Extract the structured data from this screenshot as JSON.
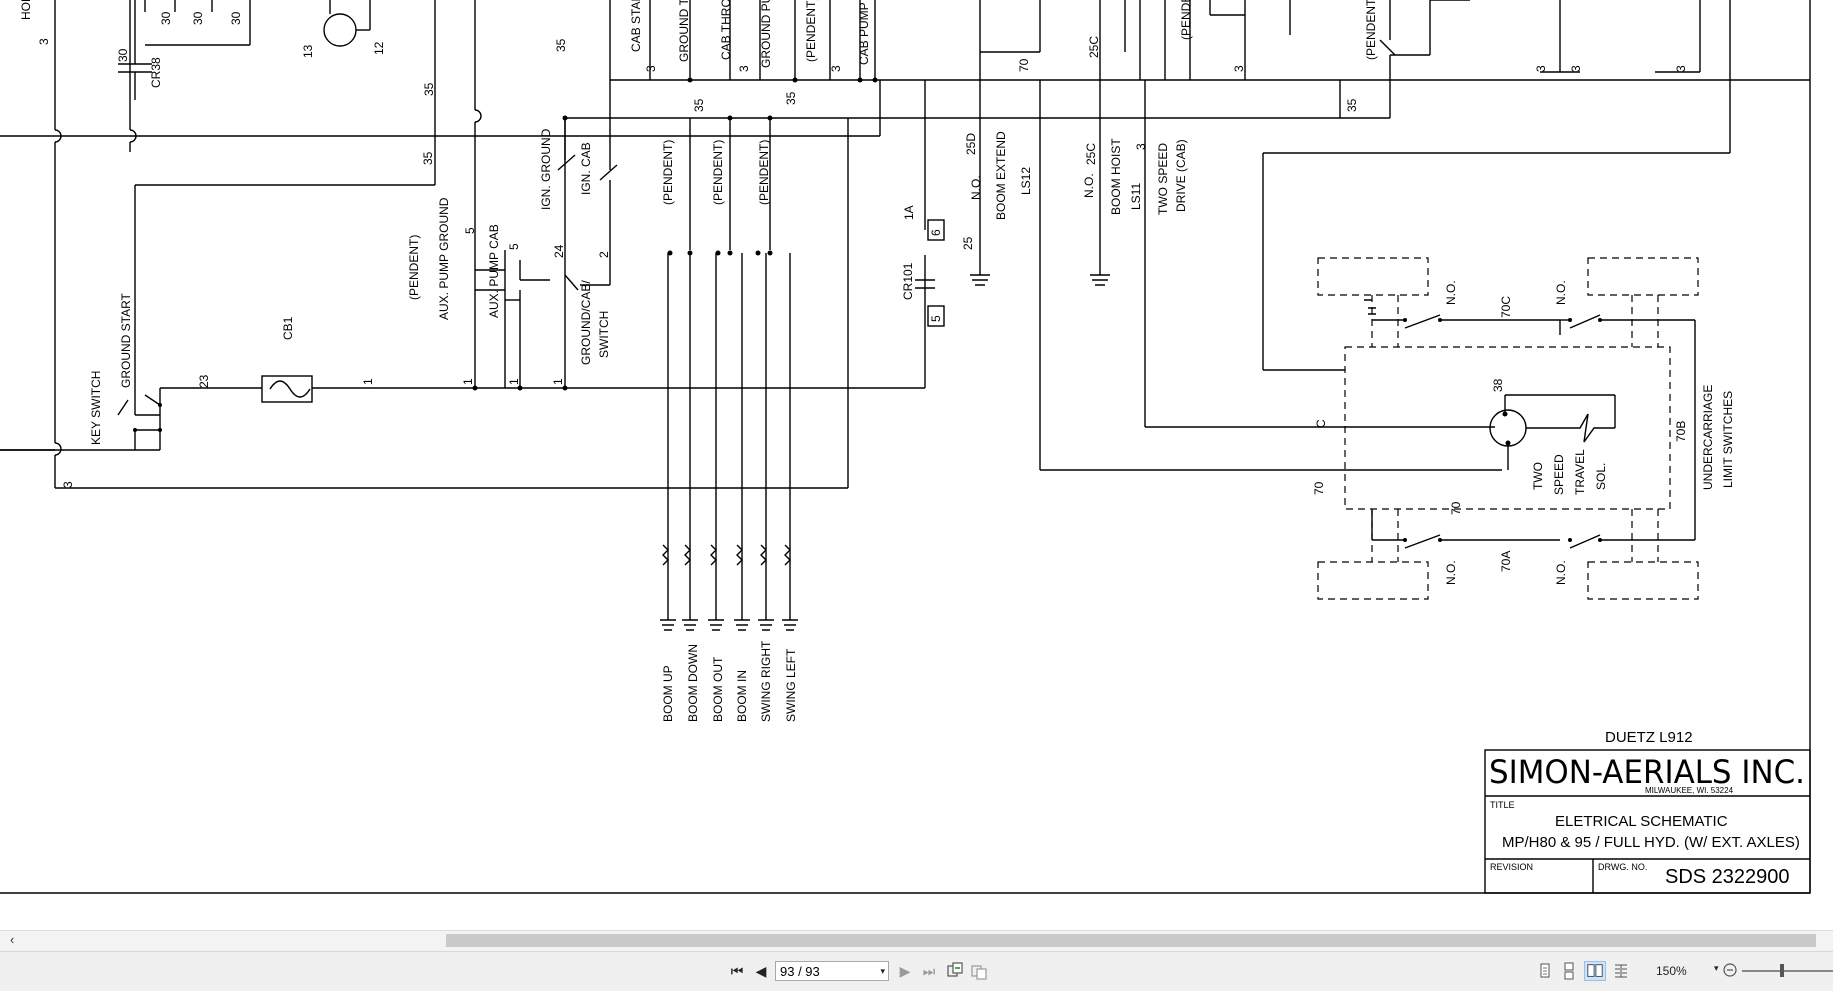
{
  "document": {
    "title_block": {
      "engine": "DUETZ L912",
      "company": "SIMON-AERIALS INC.",
      "address": "MILWAUKEE, WI. 53224",
      "title_label": "TITLE",
      "title_line1": "ELETRICAL SCHEMATIC",
      "title_line2": "MP/H80 & 95 / FULL HYD. (W/ EXT. AXLES)",
      "revision_label": "REVISION",
      "drawing_no_label": "DRWG. NO.",
      "drawing_no": "SDS 2322900"
    },
    "labels": {
      "hor": "HOR",
      "cr38": "CR38",
      "cab_start": "CAB START",
      "ground_th": "GROUND TH",
      "cab_throt": "CAB THROT",
      "ground_pump": "GROUND PUMP",
      "pendent": "(PENDENT)",
      "cab_pump_s": "CAB PUMP S",
      "ign_ground": "IGN. GROUND",
      "ign_cab": "IGN. CAB",
      "aux_pump_ground": "AUX. PUMP GROUND",
      "aux_pump_cab": "AUX. PUMP CAB",
      "ground_cab_switch_1": "GROUND/CAB/",
      "ground_cab_switch_2": "SWITCH",
      "key_switch": "KEY SWITCH",
      "ground_start": "GROUND START",
      "cb1": "CB1",
      "cr101": "CR101",
      "no": "N.O.",
      "boom_extend": "BOOM EXTEND",
      "ls12": "LS12",
      "boom_hoist": "BOOM HOIST",
      "ls11": "LS11",
      "two_speed_drive_1": "TWO SPEED",
      "two_speed_drive_2": "DRIVE (CAB)",
      "two_speed_travel_sol": [
        "TWO",
        "SPEED",
        "TRAVEL",
        "SOL."
      ],
      "undercarriage_1": "UNDERCARRIAGE",
      "undercarriage_2": "LIMIT SWITCHES",
      "bottom_labels": [
        "BOOM UP",
        "BOOM DOWN",
        "BOOM OUT",
        "BOOM IN",
        "SWING RIGHT",
        "SWING LEFT"
      ]
    },
    "wire_numbers": {
      "w3": "3",
      "w30": "30",
      "w13": "13",
      "w12": "12",
      "w35": "35",
      "w5": "5",
      "w24": "24",
      "w2": "2",
      "w23": "23",
      "w1": "1",
      "w1a": "1A",
      "w6": "6",
      "w25": "25",
      "w25d": "25D",
      "w25c": "25C",
      "w70": "70",
      "w70c": "70C",
      "w70a": "70A",
      "w70b": "70B",
      "w38": "38",
      "wc": "C"
    }
  },
  "viewer": {
    "page_value": "93 / 93",
    "zoom_value": "150%",
    "scroll_left_arrow": "‹",
    "first_page_icon": "⏮",
    "prev_page_icon": "◀",
    "next_page_icon": "▶",
    "last_page_icon": "⏭",
    "dropdown_icon": "▾"
  }
}
